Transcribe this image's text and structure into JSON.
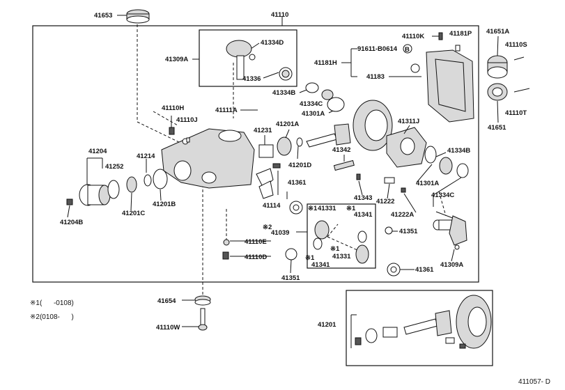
{
  "figure_code": "411057- D",
  "notes": {
    "n1": "※1(      -0108)",
    "n2": "※2(0108-      )"
  },
  "labels": {
    "l41653": "41653",
    "l41110": "41110",
    "l41309A_top": "41309A",
    "l41334D": "41334D",
    "l41336": "41336",
    "l41110K": "41110K",
    "l41181P": "41181P",
    "l41651A": "41651A",
    "l41110S": "41110S",
    "l91611": "91611-B0614",
    "l41181H": "41181H",
    "l41183": "41183",
    "l41334B_top": "41334B",
    "l41334C_top": "41334C",
    "l41301A_top": "41301A",
    "l41651": "41651",
    "l41110T": "41110T",
    "l41110H": "41110H",
    "l41111A": "41111A",
    "l41110J": "41110J",
    "l41231": "41231",
    "l41201A": "41201A",
    "l41311J": "41311J",
    "l41204": "41204",
    "l41252": "41252",
    "l41214": "41214",
    "l41201D": "41201D",
    "l41342": "41342",
    "l41334B_right": "41334B",
    "l41201C": "41201C",
    "l41201B": "41201B",
    "l41204B": "41204B",
    "l41114": "41114",
    "l41361_top": "41361",
    "l41301A_right": "41301A",
    "l41334C_right": "41334C",
    "l41343": "41343",
    "l41222": "41222",
    "l41222A": "41222A",
    "l41331_a": "41331",
    "l41341_a": "41341",
    "l41039": "41039",
    "l41351_right": "41351",
    "l41110E": "41110E",
    "l41341_b": "41341",
    "l41331_b": "41331",
    "l41110D": "41110D",
    "l41309A_right": "41309A",
    "l41351_bottom": "41351",
    "l41361_bottom": "41361",
    "l41654": "41654",
    "l41110W": "41110W",
    "l41201_bottom": "41201",
    "mark1_a": "※1",
    "mark1_b": "※1",
    "mark1_c": "※1",
    "mark1_d": "※1",
    "mark2": "※2",
    "b_circle": "B"
  }
}
